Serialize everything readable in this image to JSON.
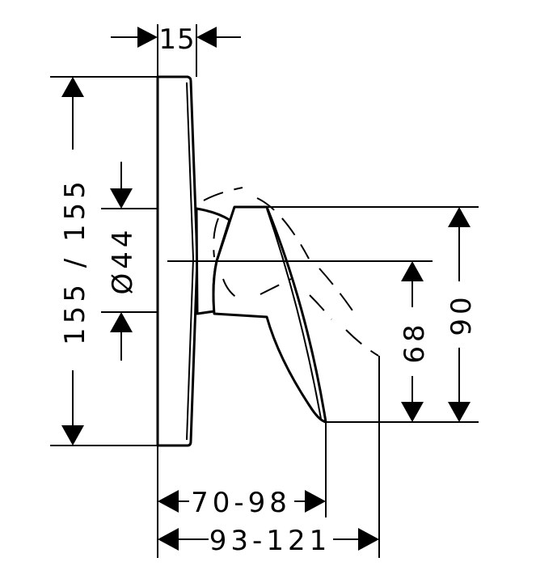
{
  "dimensions": {
    "plate_depth": "15",
    "plate_height": "155 / 155",
    "diameter": "Ø44",
    "lever_height_small": "68",
    "lever_height_large": "90",
    "projection_min": "70-98",
    "projection_max": "93-121"
  }
}
